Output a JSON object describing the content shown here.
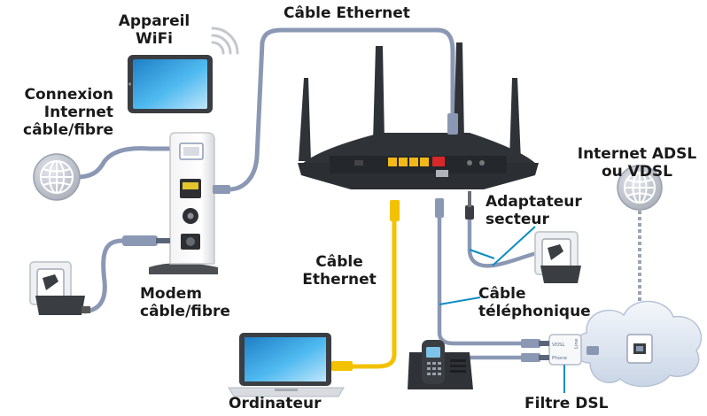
{
  "labels": {
    "wifi_device": [
      "Appareil",
      "WiFi"
    ],
    "ethernet_top": "Câble Ethernet",
    "internet_cable": [
      "Connexion",
      "Internet",
      "câble/fibre"
    ],
    "internet_dsl": [
      "Internet ADSL",
      "ou VDSL"
    ],
    "power_adapter": [
      "Adaptateur",
      "secteur"
    ],
    "ethernet_mid": [
      "Câble",
      "Ethernet"
    ],
    "phone_cable": [
      "Câble",
      "téléphonique"
    ],
    "modem": [
      "Modem",
      "câble/fibre"
    ],
    "computer": "Ordinateur",
    "dsl_filter": "Filtre DSL"
  },
  "filter_ports": {
    "vdsl": "VDSL",
    "phone": "Phone",
    "line": "Line"
  },
  "colors": {
    "cable_gray": "#8b98b4",
    "cable_yellow": "#f2c200",
    "callout_blue": "#0e8cc4",
    "router_body": "#2f3338",
    "lan_port_yellow": "#f1b818",
    "wan_port_red": "#d8282a",
    "globe_gray": "#b8bcc6",
    "cloud_blue": "#dde6f2",
    "screen_blue": "#38a8de"
  },
  "icons": [
    "wifi-signal-icon",
    "globe-icon",
    "power-outlet-icon",
    "cloud-icon",
    "tablet-icon",
    "laptop-icon",
    "phone-icon",
    "router-icon",
    "modem-icon"
  ]
}
